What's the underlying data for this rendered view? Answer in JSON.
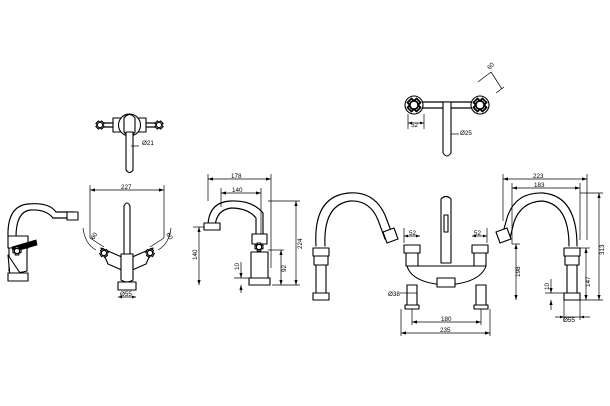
{
  "drawing": {
    "top_mixer": {
      "diameter": "Ø21"
    },
    "front_mixer": {
      "width": "227",
      "angle_left": "60",
      "angle_right": "60",
      "base": "Ø55"
    },
    "side_mixer": {
      "width_outer": "178",
      "width_inner": "140",
      "height_spout": "140",
      "height_total": "224",
      "lever_height": "10",
      "base_height": "92"
    },
    "top_bridge": {
      "angle": "60",
      "centres": "52",
      "diameter": "Ø25"
    },
    "front_bridge": {
      "centre_left": "52",
      "centre_right": "52",
      "inlet": "Ø38",
      "centres": "180",
      "width": "235"
    },
    "side_bridge": {
      "width_outer": "223",
      "width_inner": "183",
      "height_spout": "198",
      "height_total": "313",
      "height_base": "147",
      "lever_height": "10",
      "base": "Ø55"
    }
  }
}
